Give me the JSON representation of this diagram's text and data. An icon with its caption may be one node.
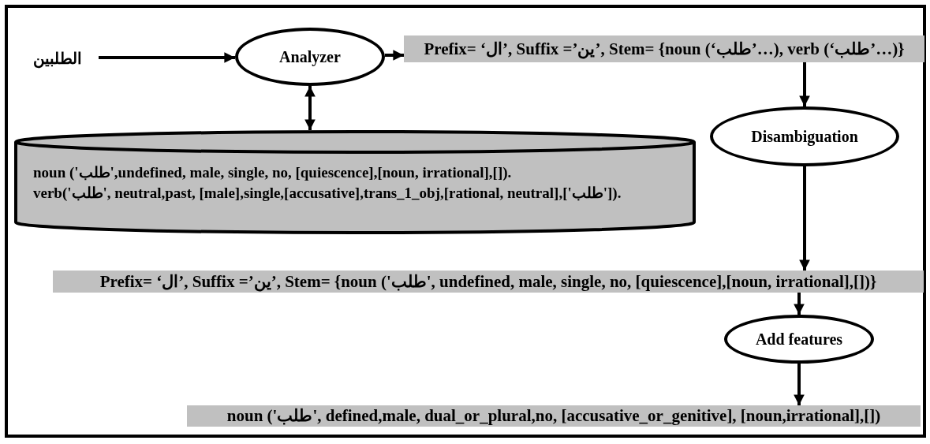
{
  "diagram": {
    "nodes": [
      {
        "text": [
          "الطلبين"
        ]
      },
      {
        "text": [
          "Analyzer"
        ]
      },
      {
        "text": [
          "Prefix= ‘ال’, Suffix =’ين’, Stem= {noun (‘طلب’…), verb (‘طلب’…)}"
        ]
      },
      {
        "text": [
          "Disambiguation"
        ]
      },
      {
        "text": [
          "noun ('طلب',undefined, male, single, no, [quiescence],[noun, irrational],[]).",
          "verb('طلب', neutral,past, [male],single,[accusative],trans_1_obj,[rational, neutral],['طلب'])."
        ]
      },
      {
        "text": [
          "Prefix= ‘ال’, Suffix =’ين’, Stem= {noun ('طلب', undefined, male, single, no, [quiescence],[noun, irrational],[])}"
        ]
      },
      {
        "text": [
          "Add features"
        ]
      },
      {
        "text": [
          "noun ('طلب', defined,male, dual_or_plural,no, [accusative_or_genitive], [noun,irrational],[])"
        ]
      }
    ],
    "edges": [
      {
        "from": 0,
        "to": 1,
        "arrow": "to"
      },
      {
        "from": 1,
        "to": 2,
        "arrow": "to"
      },
      {
        "from": 1,
        "to": 4,
        "arrow": "both"
      },
      {
        "from": 2,
        "to": 3,
        "arrow": "to"
      },
      {
        "from": 3,
        "to": 5,
        "arrow": "to"
      },
      {
        "from": 5,
        "to": 6,
        "arrow": "to"
      },
      {
        "from": 6,
        "to": 7,
        "arrow": "to"
      }
    ]
  }
}
